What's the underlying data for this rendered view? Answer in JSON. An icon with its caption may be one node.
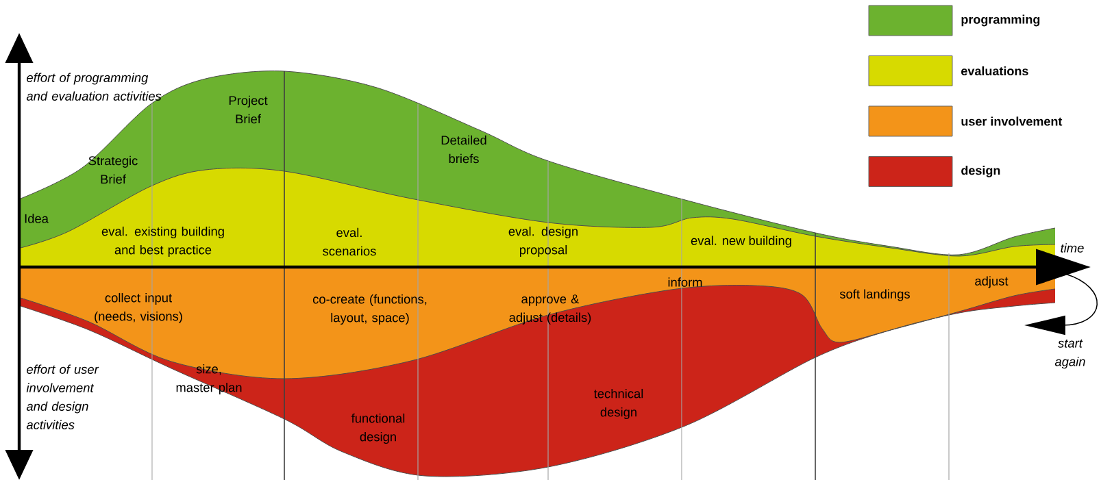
{
  "diagram": {
    "labels": [
      "effort of programming and evaluation activities",
      "Project Brief",
      "Strategic Brief",
      "Detailed briefs",
      "Idea",
      "eval. existing building and best practice",
      "eval. scenarios",
      "eval. design proposal",
      "eval. new building",
      "time",
      "collect input (needs, visions)",
      "co-create (functions, layout, space)",
      "approve & adjust (details)",
      "inform",
      "soft landings",
      "adjust",
      "start again",
      "size, master plan",
      "functional design",
      "technical design",
      "effort of user involvement and design activities"
    ],
    "legend": [
      {
        "text": "programming",
        "color": "#6cb22f"
      },
      {
        "text": "evaluations",
        "color": "#d7da00"
      },
      {
        "text": "user involvement",
        "color": "#f39419"
      },
      {
        "text": "design",
        "color": "#cc2419"
      }
    ]
  }
}
